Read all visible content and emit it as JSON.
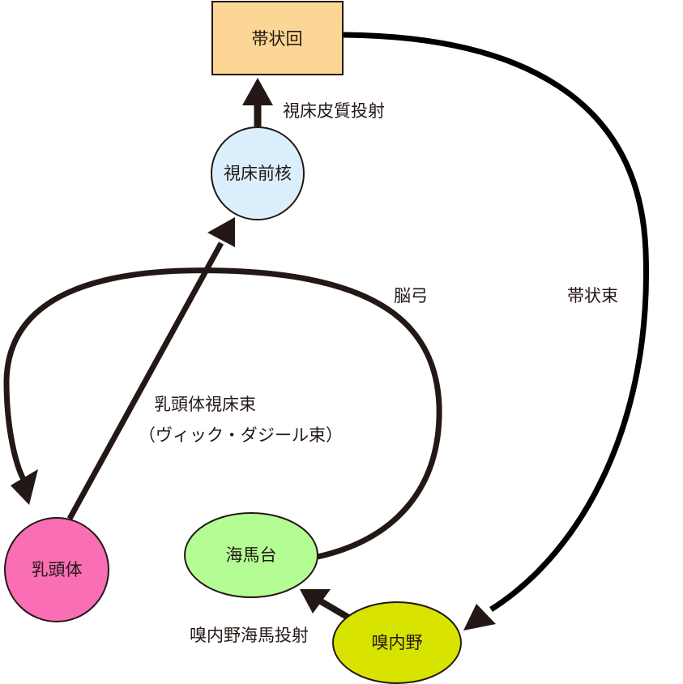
{
  "nodes": {
    "cingulate_gyrus": {
      "label": "帯状回",
      "color": "#fcd694"
    },
    "anterior_thalamic_nucleus": {
      "label": "視床前核",
      "color": "#dbeefc"
    },
    "mammillary_body": {
      "label": "乳頭体",
      "color": "#f96eb4"
    },
    "hippocampal_formation": {
      "label": "海馬台",
      "color": "#b4fc94"
    },
    "entorhinal_cortex": {
      "label": "嗅内野",
      "color": "#d8e300"
    }
  },
  "edges": {
    "thalamocortical": {
      "label": "視床皮質投射"
    },
    "cingulum": {
      "label": "帯状束"
    },
    "fornix": {
      "label": "脳弓"
    },
    "mammillothalamic_line1": {
      "label": "乳頭体視床束"
    },
    "mammillothalamic_line2": {
      "label": "（ヴィック・ダジール束）"
    },
    "perforant_path": {
      "label": "嗅内野海馬投射"
    }
  },
  "colors": {
    "stroke": "#231815",
    "arrow": "#000000"
  }
}
